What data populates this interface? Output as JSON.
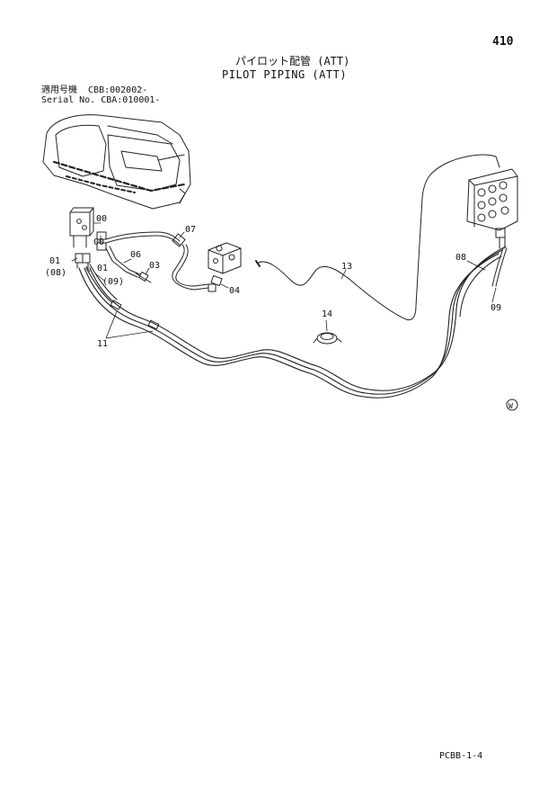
{
  "page_number": "410",
  "title_jp": "パイロット配管 (ATT)",
  "title_en": "PILOT PIPING (ATT)",
  "serial_jp": "適用号機  CBB:002002-",
  "serial_en": "Serial No. CBA:010001-",
  "footer_code": "PCBB-1-4",
  "callouts": {
    "c00a": "00",
    "c00b": "00",
    "c01a": "01",
    "c01b": "01",
    "c08p": "(08)",
    "c09p": "(09)",
    "c06": "06",
    "c07": "07",
    "c03": "03",
    "c04": "04",
    "c13": "13",
    "c14": "14",
    "c11": "11",
    "c08": "08",
    "c09": "09",
    "cW": "W"
  }
}
